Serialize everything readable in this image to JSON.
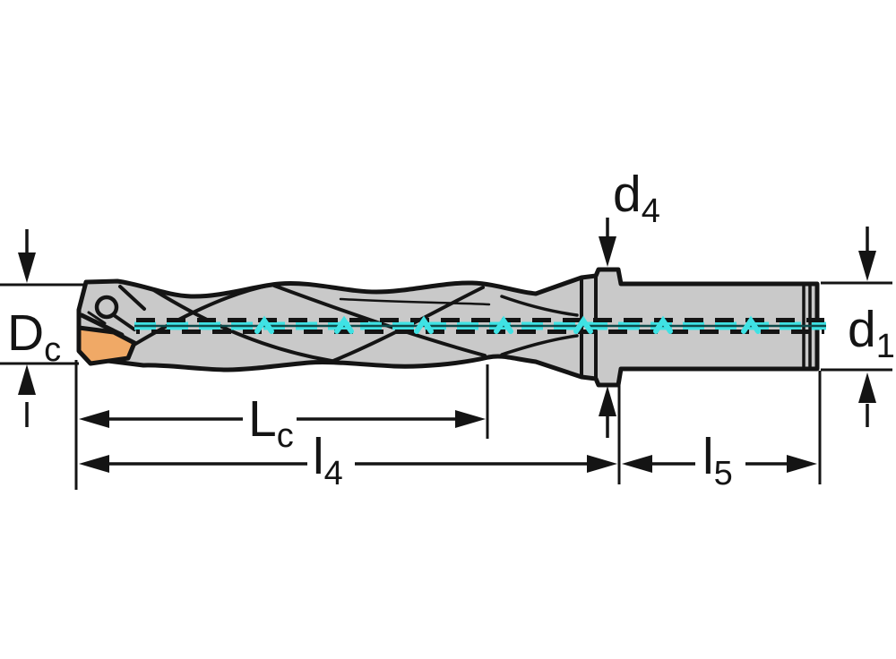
{
  "drawing": {
    "kind": "technical-drawing",
    "subject": "exchangeable-tip drill side view with dimension callouts"
  },
  "dimensions": {
    "cutting_diameter": {
      "label": "D",
      "sub": "c"
    },
    "flange_diameter": {
      "label": "d",
      "sub": "4"
    },
    "shank_diameter": {
      "label": "d",
      "sub": "1"
    },
    "flute_length": {
      "label": "L",
      "sub": "c"
    },
    "length_to_flange": {
      "label": "l",
      "sub": "4"
    },
    "shank_length": {
      "label": "l",
      "sub": "5"
    }
  },
  "colors": {
    "background": "#ffffff",
    "outline": "#141414",
    "body_fill": "#c9c9c9",
    "insert_fill": "#f0a966",
    "coolant_cyan": "#3fe2e4",
    "coolant_core": "#0e4a4a"
  }
}
